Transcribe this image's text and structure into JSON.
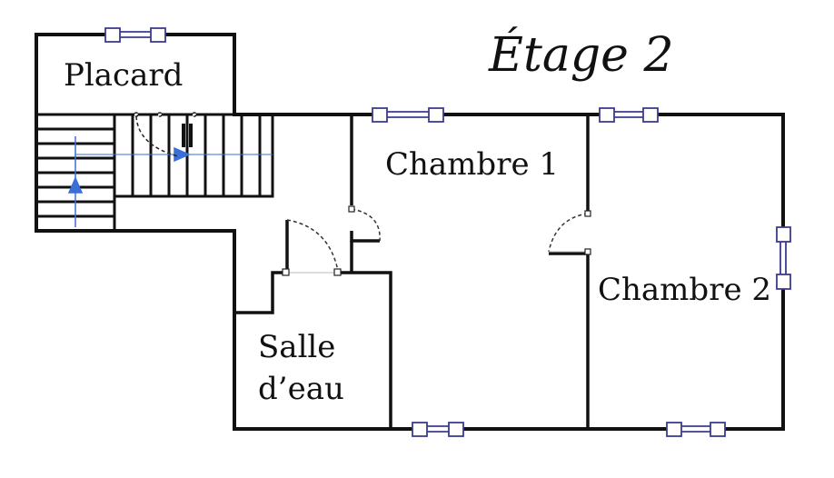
{
  "title": "Étage 2",
  "rooms": {
    "placard": "Placard",
    "chambre1": "Chambre 1",
    "chambre2": "Chambre 2",
    "salle_line1": "Salle",
    "salle_line2": "d’eau"
  },
  "colors": {
    "wall": "#111111",
    "window": "#3b3b8f",
    "stair_arrow": "#3a6fd8",
    "door_swing": "#333333"
  }
}
